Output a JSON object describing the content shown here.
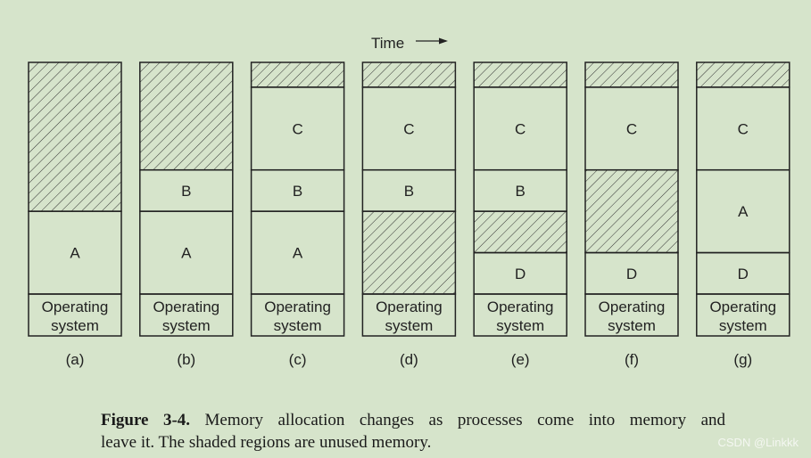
{
  "time_label": "Time",
  "os_label_line1": "Operating",
  "os_label_line2": "system",
  "columns": [
    {
      "id": "a",
      "label": "(a)",
      "blocks": [
        {
          "type": "free",
          "units": 7.2
        },
        {
          "type": "proc",
          "label": "A",
          "units": 4
        }
      ]
    },
    {
      "id": "b",
      "label": "(b)",
      "blocks": [
        {
          "type": "free",
          "units": 5.2
        },
        {
          "type": "proc",
          "label": "B",
          "units": 2
        },
        {
          "type": "proc",
          "label": "A",
          "units": 4
        }
      ]
    },
    {
      "id": "c",
      "label": "(c)",
      "blocks": [
        {
          "type": "free",
          "units": 1.2
        },
        {
          "type": "proc",
          "label": "C",
          "units": 4
        },
        {
          "type": "proc",
          "label": "B",
          "units": 2
        },
        {
          "type": "proc",
          "label": "A",
          "units": 4
        }
      ]
    },
    {
      "id": "d",
      "label": "(d)",
      "blocks": [
        {
          "type": "free",
          "units": 1.2
        },
        {
          "type": "proc",
          "label": "C",
          "units": 4
        },
        {
          "type": "proc",
          "label": "B",
          "units": 2
        },
        {
          "type": "free",
          "units": 4
        }
      ]
    },
    {
      "id": "e",
      "label": "(e)",
      "blocks": [
        {
          "type": "free",
          "units": 1.2
        },
        {
          "type": "proc",
          "label": "C",
          "units": 4
        },
        {
          "type": "proc",
          "label": "B",
          "units": 2
        },
        {
          "type": "free",
          "units": 2
        },
        {
          "type": "proc",
          "label": "D",
          "units": 2
        }
      ]
    },
    {
      "id": "f",
      "label": "(f)",
      "blocks": [
        {
          "type": "free",
          "units": 1.2
        },
        {
          "type": "proc",
          "label": "C",
          "units": 4
        },
        {
          "type": "free",
          "units": 4
        },
        {
          "type": "proc",
          "label": "D",
          "units": 2
        }
      ]
    },
    {
      "id": "g",
      "label": "(g)",
      "blocks": [
        {
          "type": "free",
          "units": 1.2
        },
        {
          "type": "proc",
          "label": "C",
          "units": 4
        },
        {
          "type": "proc",
          "label": "A",
          "units": 4
        },
        {
          "type": "proc",
          "label": "D",
          "units": 2
        }
      ]
    }
  ],
  "caption": {
    "label": "Figure 3-4.",
    "text_line1": "Memory allocation changes as processes come into memory and",
    "text_line2": "leave it. The shaded regions are unused memory."
  },
  "watermark": "CSDN @Linkkk",
  "colors": {
    "background": "#d6e4cb",
    "stroke": "#222222",
    "hatch": "#333333"
  }
}
